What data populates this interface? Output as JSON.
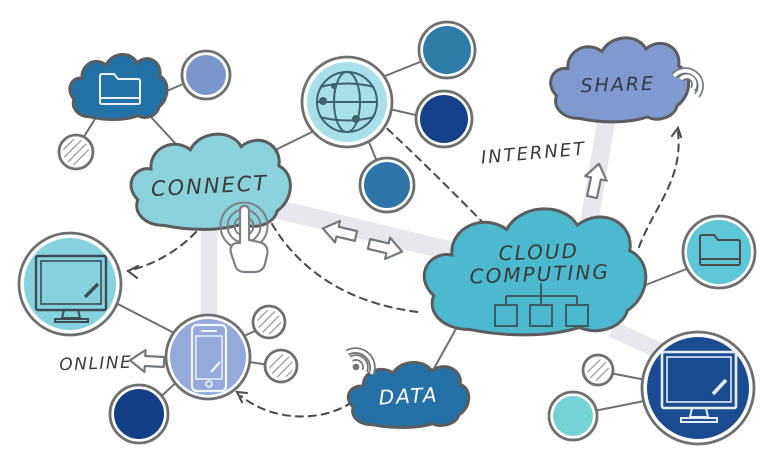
{
  "diagram_title": "Cloud computing hand-drawn concept diagram",
  "labels": {
    "connect": "CONNECT",
    "cloud_line1": "CLOUD",
    "cloud_line2": "COMPUTING",
    "share": "SHARE",
    "data": "DATA",
    "internet": "INTERNET",
    "online": "ONLINE"
  },
  "icons": [
    "folder-icon",
    "globe-icon",
    "monitor-icon",
    "smartphone-icon",
    "tap-gesture-icon",
    "wifi-icon",
    "sitemap-icon",
    "arrow-icon",
    "hatched-circle"
  ],
  "colors": {
    "dark_blue_cloud": "#2271a7",
    "connect_cloud": "#8bd3dc",
    "share_cloud": "#8099cf",
    "computing_cloud": "#4cb9cf",
    "data_cloud": "#2471a8",
    "steel_circle": "#7b96cb",
    "globe_circle": "#a9dfe9",
    "medium_blue_circle": "#2e7ca8",
    "navy_circle": "#15418a",
    "cyan_circle": "#86d1de",
    "phone_circle": "#93aadb",
    "folder_circle": "#5ec7d7",
    "teal_circle": "#74d3d4",
    "navy_monitor_circle": "#1b4c91",
    "band_gray": "#e6e8ee",
    "line_gray": "#6f6f6f",
    "text_dark": "#3a3a3a",
    "text_white": "#ffffff"
  }
}
